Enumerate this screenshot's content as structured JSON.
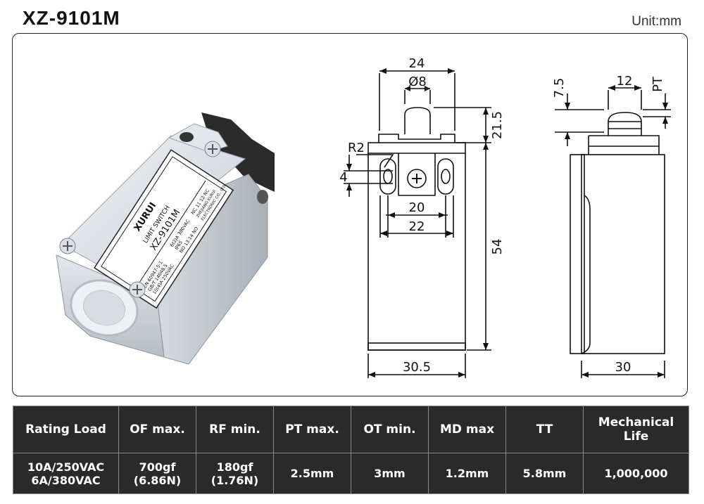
{
  "header": {
    "title": "XZ-9101M",
    "unit": "Unit:mm"
  },
  "product_label": {
    "brand": "XURUI",
    "model": "XZ-9101M",
    "type": "LIMIT SWITCH",
    "lines": [
      "EN 60947-5-1",
      "GB/T 14048.5",
      "10(4)A  250VAC",
      "6(2)A  380VAC",
      "IP65"
    ],
    "nc": "NC 11  12 NC",
    "no": "NO 13  14 NO",
    "maker1": "ZHEJIANG XURUI",
    "maker2": "ELECTRONIC CO., LTD"
  },
  "front_view": {
    "width_top": "24",
    "plunger_dia": "Ø8",
    "radius": "R2",
    "slot": "4",
    "hole_spacing": "20",
    "slot_outer": "22",
    "height_top": "21.5",
    "height_body": "54",
    "width_body": "30.5"
  },
  "side_view": {
    "offset": "7.5",
    "head_width": "12",
    "pt": "PT",
    "depth": "30"
  },
  "spec_table": {
    "headers": [
      "Rating Load",
      "OF max.",
      "RF min.",
      "PT max.",
      "OT min.",
      "MD max",
      "TT",
      "Mechanical Life"
    ],
    "rating_load": [
      "10A/250VAC",
      "6A/380VAC"
    ],
    "of_max": [
      "700gf",
      "(6.86N)"
    ],
    "rf_min": [
      "180gf",
      "(1.76N)"
    ],
    "pt_max": "2.5mm",
    "ot_min": "3mm",
    "md_max": "1.2mm",
    "tt": "5.8mm",
    "mechanical_life": "1,000,000"
  }
}
